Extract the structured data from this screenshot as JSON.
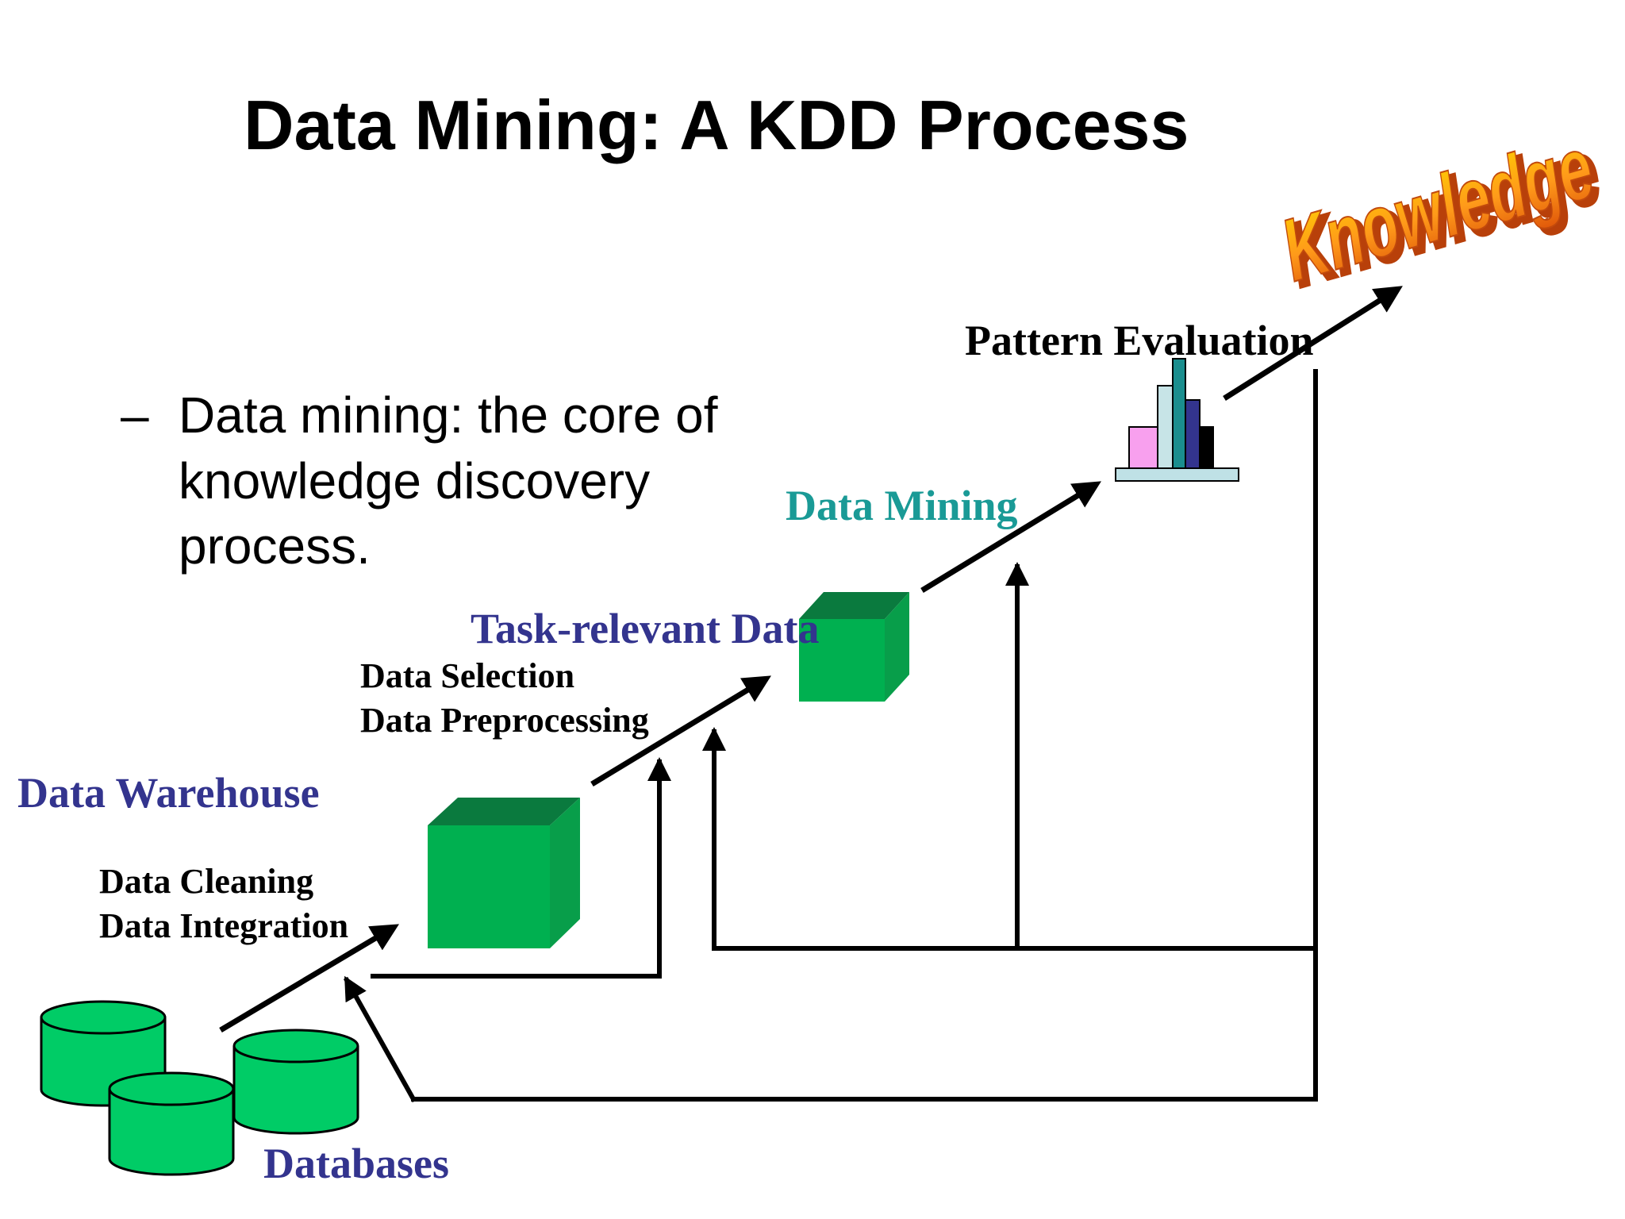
{
  "slide": {
    "title": "Data Mining: A KDD Process",
    "bullet": {
      "marker": "–",
      "lines": [
        "Data mining: the core of",
        "knowledge discovery",
        "process."
      ]
    }
  },
  "labels": {
    "data_warehouse": "Data Warehouse",
    "data_cleaning": "Data Cleaning",
    "data_integration": "Data Integration",
    "task_relevant_data": "Task-relevant Data",
    "data_selection": "Data Selection",
    "data_preprocessing": "Data Preprocessing",
    "data_mining": "Data Mining",
    "pattern_evaluation": "Pattern Evaluation",
    "databases": "Databases",
    "knowledge": "Knowledge"
  },
  "colors": {
    "label_blue": "#33348E",
    "label_teal": "#1A9A96",
    "cube_green": "#00B050",
    "cube_dark": "#0A7A3E",
    "db_green": "#00CC66",
    "knowledge_orange": "#F07A10"
  },
  "icons": {
    "database": "database-cylinder-icon",
    "warehouse": "green-cube-icon",
    "patterns": "bar-chart-icon",
    "knowledge": "knowledge-wordart"
  }
}
